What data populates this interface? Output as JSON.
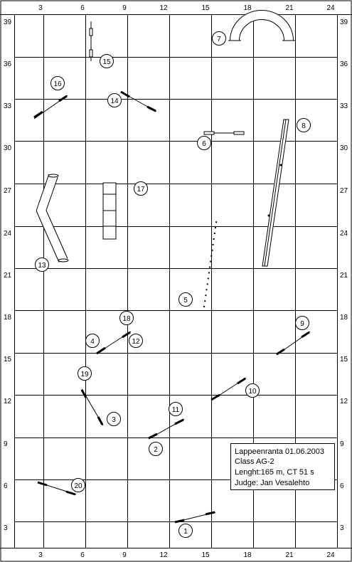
{
  "grid": {
    "x_labels": [
      "3",
      "6",
      "9",
      "12",
      "15",
      "18",
      "21",
      "24"
    ],
    "y_labels": [
      "39",
      "36",
      "33",
      "30",
      "27",
      "24",
      "21",
      "18",
      "15",
      "12",
      "9",
      "6",
      "3"
    ]
  },
  "obstacle_numbers": {
    "n1": "1",
    "n2": "2",
    "n3": "3",
    "n4": "4",
    "n5": "5",
    "n6": "6",
    "n7": "7",
    "n8": "8",
    "n9": "9",
    "n10": "10",
    "n11": "11",
    "n12": "12",
    "n13": "13",
    "n14": "14",
    "n15": "15",
    "n16": "16",
    "n17": "17",
    "n18": "18",
    "n19": "19",
    "n20": "20"
  },
  "info_box": {
    "line1": "Lappeenranta 01.06.2003",
    "line2": "Class AG-2",
    "line3": "Lenght:165 m, CT 51 s",
    "line4": "Judge: Jan Vesalehto"
  },
  "colors": {
    "line": "#000000",
    "background": "#ffffff",
    "pole_fill": "#ffffff"
  }
}
